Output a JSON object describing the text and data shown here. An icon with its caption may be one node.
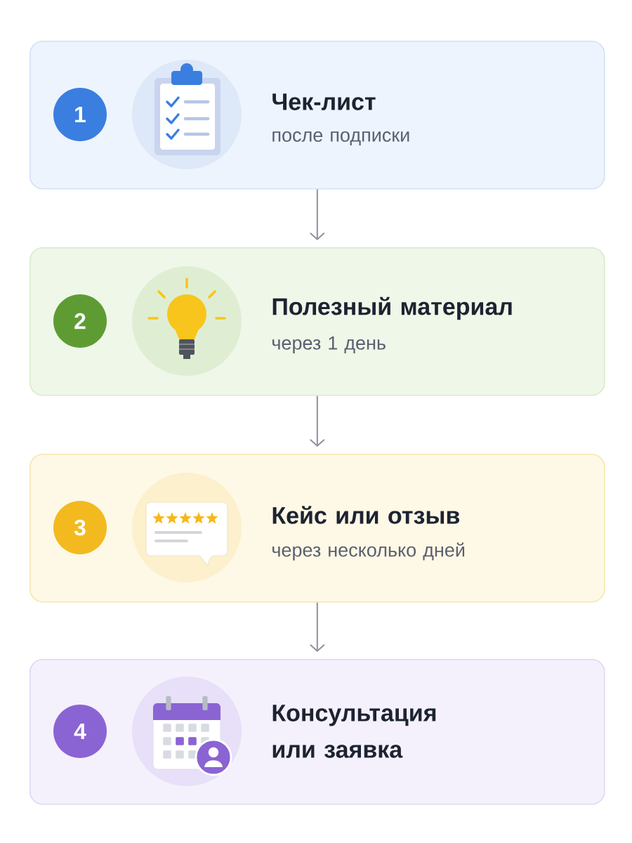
{
  "diagram": {
    "nodes": [
      {
        "text": [
          "Чек-лист",
          "после подписки"
        ]
      },
      {
        "text": [
          "1"
        ],
        "in": 0
      },
      {
        "text": [
          "Полезный материал",
          "через 1 день"
        ]
      },
      {
        "text": [
          "2"
        ],
        "in": 2
      },
      {
        "text": [
          "Кейс или отзыв",
          "через несколько дней"
        ]
      },
      {
        "text": [
          "3"
        ],
        "in": 4
      },
      {
        "text": [
          "Консультация или заявка"
        ]
      },
      {
        "text": [
          "4"
        ],
        "in": 6
      }
    ],
    "edges": [
      {
        "from": 0,
        "to": 2,
        "arrow": "to"
      },
      {
        "from": 2,
        "to": 4,
        "arrow": "to"
      },
      {
        "from": 4,
        "to": 6,
        "arrow": "to"
      }
    ]
  }
}
